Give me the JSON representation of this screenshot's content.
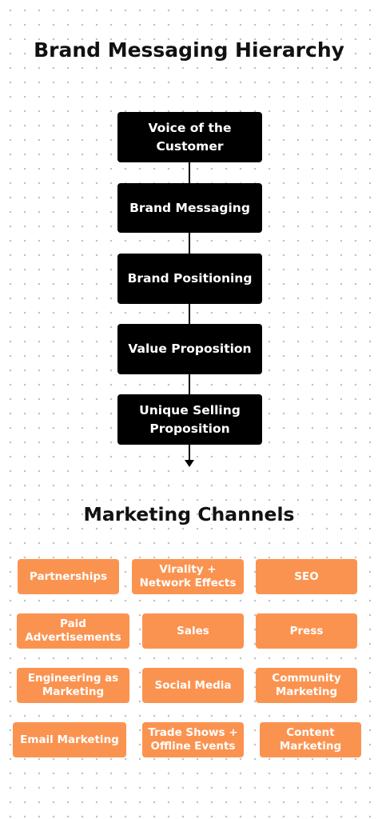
{
  "title": "Brand Messaging Hierarchy",
  "hierarchy": [
    "Voice of the Customer",
    "Brand Messaging",
    "Brand Positioning",
    "Value Proposition",
    "Unique Selling Proposition"
  ],
  "channels_title": "Marketing Channels",
  "channels": [
    [
      "Partnerships",
      "Virality + Network Effects",
      "SEO"
    ],
    [
      "Paid Advertisements",
      "Sales",
      "Press"
    ],
    [
      "Engineering as Marketing",
      "Social Media",
      "Community Marketing"
    ],
    [
      "Email Marketing",
      "Trade Shows + Offline Events",
      "Content Marketing"
    ]
  ],
  "colors": {
    "hierarchy_box": "#000000",
    "channel_chip": "#fb9350",
    "text_on_box": "#ffffff"
  }
}
